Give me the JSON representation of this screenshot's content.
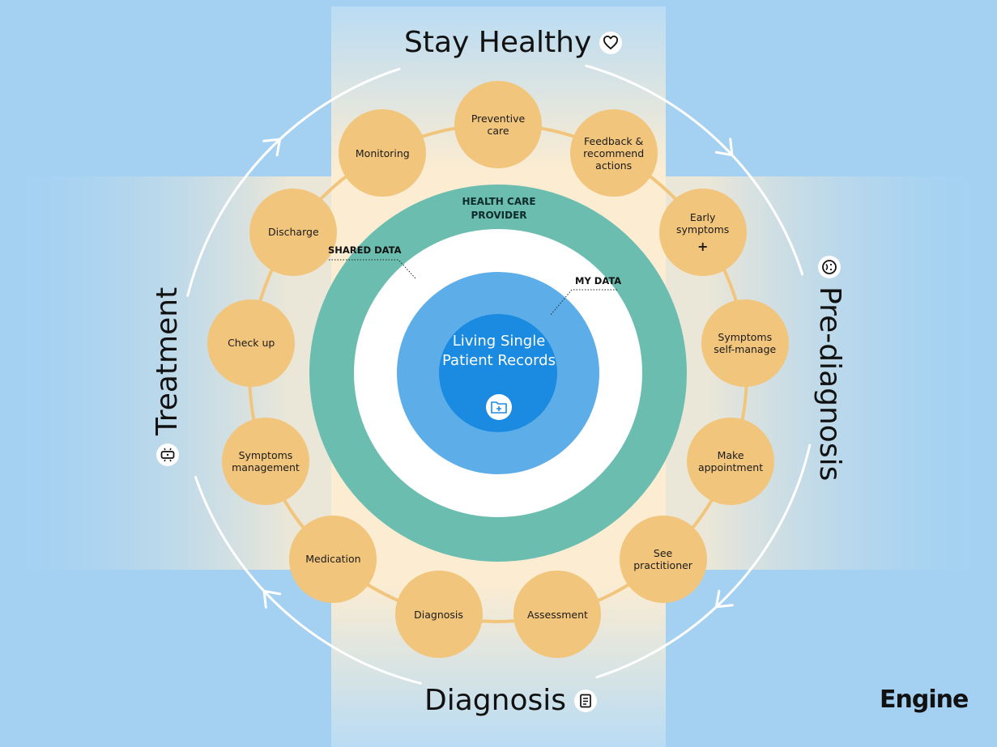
{
  "stages": {
    "top": "Stay Healthy",
    "right": "Pre-diagnosis",
    "bottom": "Diagnosis",
    "left": "Treatment"
  },
  "stage_icons": {
    "top": "heart-icon",
    "right": "sad-face-icon",
    "bottom": "document-icon",
    "left": "bandage-icon"
  },
  "center": {
    "provider": "HEALTH CARE PROVIDER",
    "shared": "SHARED DATA",
    "mine": "MY DATA",
    "core": "Living Single Patient Records",
    "core_icon": "folder-add-icon"
  },
  "nodes": [
    "Preventive care",
    "Feedback & recommend actions",
    "Early symptoms",
    "Symptoms self-manage",
    "Make appointment",
    "See practitioner",
    "Assessment",
    "Diagnosis",
    "Medication",
    "Symptoms management",
    "Check up",
    "Discharge",
    "Monitoring"
  ],
  "early_plus": "+",
  "brand": "Engine",
  "colors": {
    "background": "#a4d1f2",
    "band": "#fbecd2",
    "node": "#f2c57c",
    "provider_ring": "#6bbdaf",
    "my_data": "#5daee8",
    "core": "#1a8be0"
  }
}
